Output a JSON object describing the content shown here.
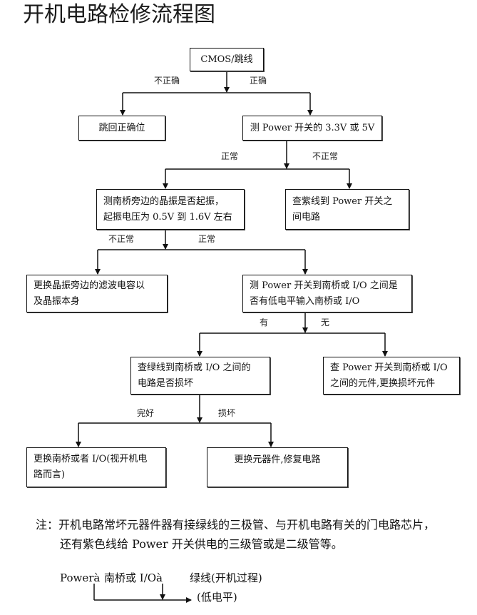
{
  "title": "开机电路检修流程图",
  "nodes": {
    "cmos_jumper": [
      "CMOS/跳线"
    ],
    "reset_jumper": [
      "跳回正确位"
    ],
    "test_power_switch": [
      "测 Power 开关的 3.3V 或 5V"
    ],
    "test_crystal": [
      "测南桥旁边的晶振是否起振，",
      "起振电压为 0.5V 到 1.6V 左右"
    ],
    "check_purple_wire": [
      "查紫线到 Power 开关之",
      "间电路"
    ],
    "replace_crystal": [
      "更换晶振旁边的滤波电容以",
      "及晶振本身"
    ],
    "test_low_level": [
      "测 Power 开关到南桥或 I/O 之间是",
      "否有低电平输入南桥或 I/O"
    ],
    "check_green_wire": [
      "查绿线到南桥或 I/O 之间的",
      "电路是否损坏"
    ],
    "check_components": [
      "查 Power 开关到南桥或 I/O",
      "之间的元件,更换损坏元件"
    ],
    "replace_southbridge": [
      "更换南桥或者 I/O(视开机电",
      "路而言)"
    ],
    "replace_parts": [
      "更换元器件,修复电路"
    ]
  },
  "edge_labels": {
    "cmos_incorrect": "不正确",
    "cmos_correct": "正确",
    "power_normal": "正常",
    "power_abnormal": "不正常",
    "crystal_abnormal": "不正常",
    "crystal_normal": "正常",
    "low_level_yes": "有",
    "low_level_no": "无",
    "circuit_ok": "完好",
    "circuit_damaged": "损坏"
  },
  "note": [
    "注：开机电路常坏元器件器有接绿线的三极管、与开机电路有关的门电路芯片，",
    "还有紫色线给 Power 开关供电的三级管或是二级管等。"
  ],
  "signal_path": {
    "power": "Powerà",
    "southbridge": "南桥或 I/Oà",
    "green_wire": "绿线(开机过程)",
    "level": "(低电平)"
  }
}
